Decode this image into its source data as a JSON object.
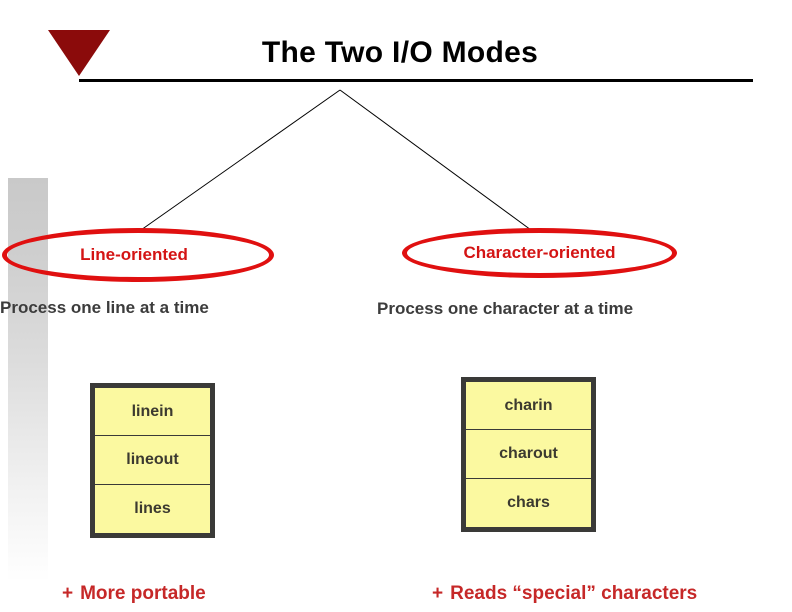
{
  "slide": {
    "title": "The Two I/O Modes",
    "bullet_icon": "triangle-down-icon",
    "accent_red": "#d41414",
    "triangle_red": "#8b0b0b",
    "box_yellow": "#fbf9a0",
    "box_border": "#3a3a38",
    "rule_color": "#000000"
  },
  "columns": [
    {
      "oval_label": "Line-oriented",
      "subtitle": "Process one line at a time",
      "table_rows": [
        "linein",
        "lineout",
        "lines"
      ],
      "advantage_marker": "+",
      "advantage": "More portable"
    },
    {
      "oval_label": "Character-oriented",
      "subtitle": "Process one character at a time",
      "table_rows": [
        "charin",
        "charout",
        "chars"
      ],
      "advantage_marker": "+",
      "advantage": "Reads “special” characters"
    }
  ]
}
